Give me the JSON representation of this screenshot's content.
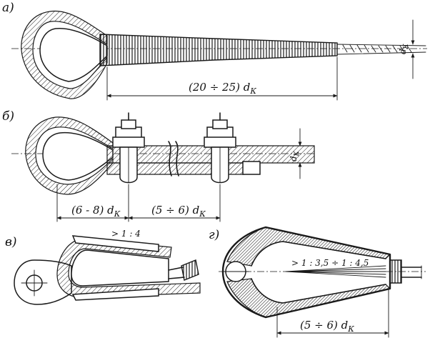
{
  "figures": {
    "a": {
      "label": "а)",
      "dimension": "(20 ÷ 25) d",
      "subscript": "К",
      "rope_dim": "d",
      "rope_dim_sub": "К"
    },
    "b": {
      "label": "б)",
      "dim_left": "(6 - 8) d",
      "dim_left_sub": "К",
      "dim_right": "(5 ÷ 6) d",
      "dim_right_sub": "К",
      "rope_dim": "d",
      "rope_dim_sub": "К"
    },
    "v": {
      "label": "в)",
      "ratio": "> 1 : 4"
    },
    "g": {
      "label": "г)",
      "ratio": "> 1 : 3,5 ÷ 1 : 4,5",
      "dimension": "(5 ÷ 6) d",
      "subscript": "К"
    }
  }
}
